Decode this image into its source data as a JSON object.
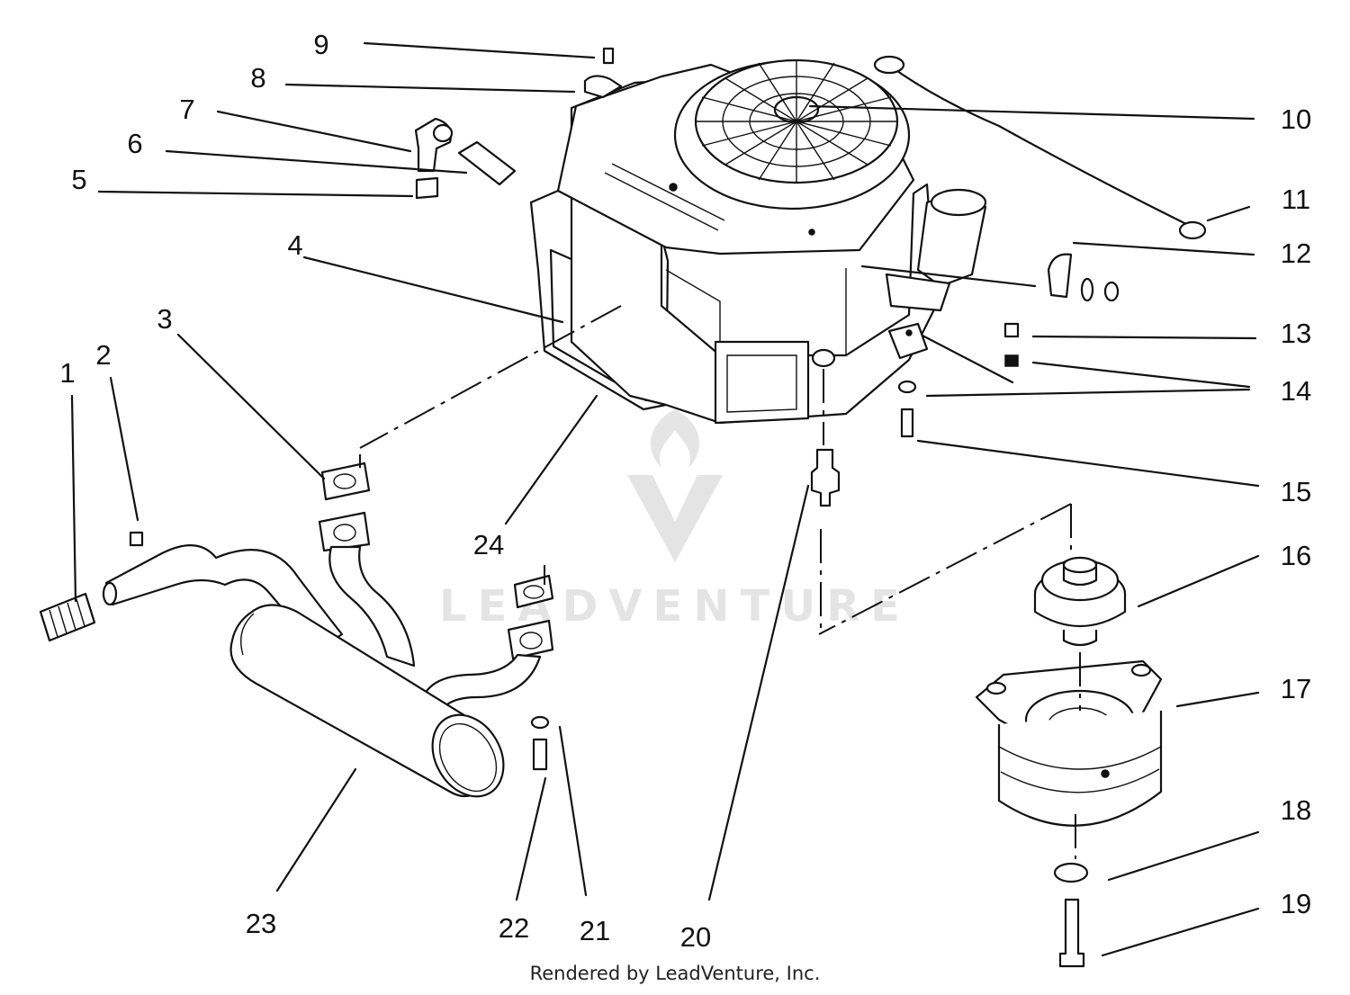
{
  "callouts": [
    {
      "label": "1"
    },
    {
      "label": "2"
    },
    {
      "label": "3"
    },
    {
      "label": "4"
    },
    {
      "label": "5"
    },
    {
      "label": "6"
    },
    {
      "label": "7"
    },
    {
      "label": "8"
    },
    {
      "label": "9"
    },
    {
      "label": "10"
    },
    {
      "label": "11"
    },
    {
      "label": "12"
    },
    {
      "label": "13"
    },
    {
      "label": "14"
    },
    {
      "label": "15"
    },
    {
      "label": "16"
    },
    {
      "label": "17"
    },
    {
      "label": "18"
    },
    {
      "label": "19"
    },
    {
      "label": "20"
    },
    {
      "label": "21"
    },
    {
      "label": "22"
    },
    {
      "label": "23"
    },
    {
      "label": "24"
    }
  ],
  "watermark": {
    "text": "LEADVENTURE"
  },
  "footer": {
    "text": "Rendered by LeadVenture, Inc."
  }
}
